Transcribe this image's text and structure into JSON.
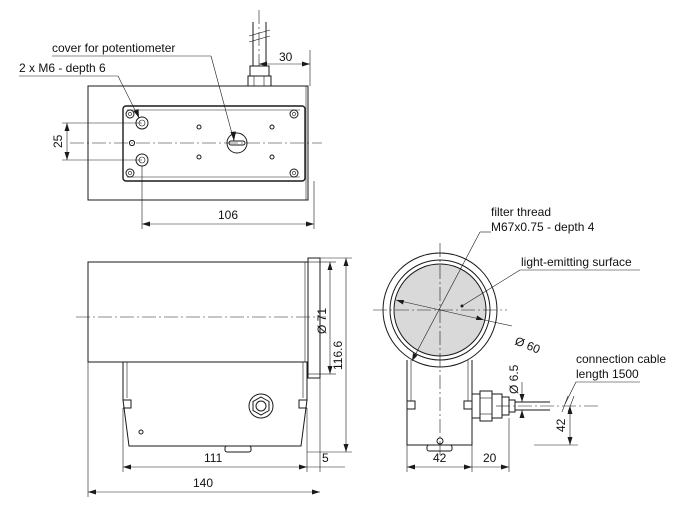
{
  "labels": {
    "cover_for_potentiometer": "cover for potentiometer",
    "m6_depth": "2 x M6 - depth 6",
    "filter_thread_l1": "filter thread",
    "filter_thread_l2": "M67x0.75 - depth 4",
    "light_emitting_surface": "light-emitting surface",
    "connection_cable_l1": "connection cable",
    "connection_cable_l2": "length 1500"
  },
  "dimensions": {
    "top_30": "30",
    "top_25": "25",
    "top_106": "106",
    "side_dia71": "Ø 71",
    "side_116_6": "116.6",
    "side_111": "111",
    "side_5": "5",
    "side_140": "140",
    "front_dia60": "Ø 60",
    "front_6_5": "Ø 6.5",
    "front_42_v": "42",
    "front_42_h": "42",
    "front_20": "20"
  }
}
